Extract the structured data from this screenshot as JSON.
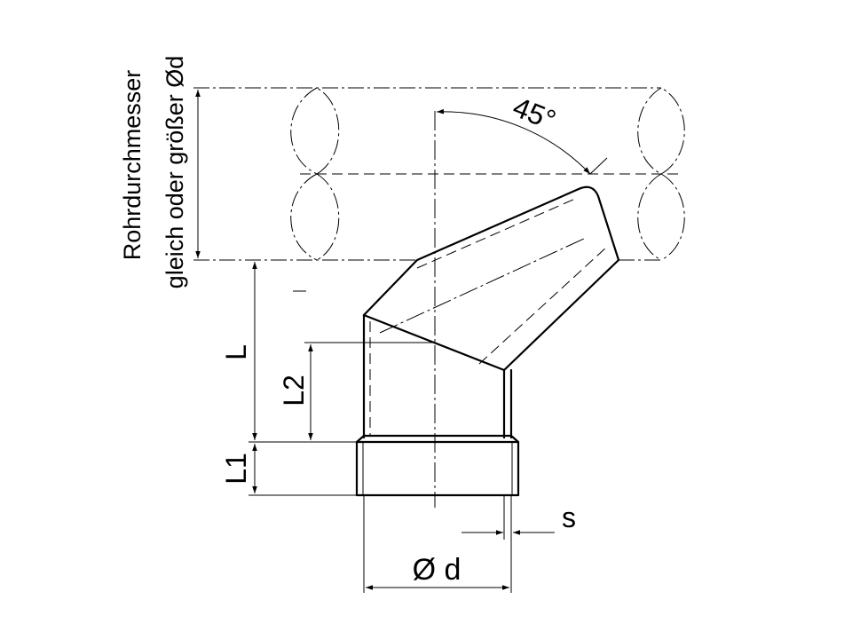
{
  "labels": {
    "tube_note_line1": "Rohrdurchmesser",
    "tube_note_line2": "gleich oder größer Ød",
    "angle": "45°",
    "length_L": "L",
    "length_L1": "L1",
    "length_L2": "L2",
    "wall_s": "s",
    "diameter_d": "Ø d"
  }
}
